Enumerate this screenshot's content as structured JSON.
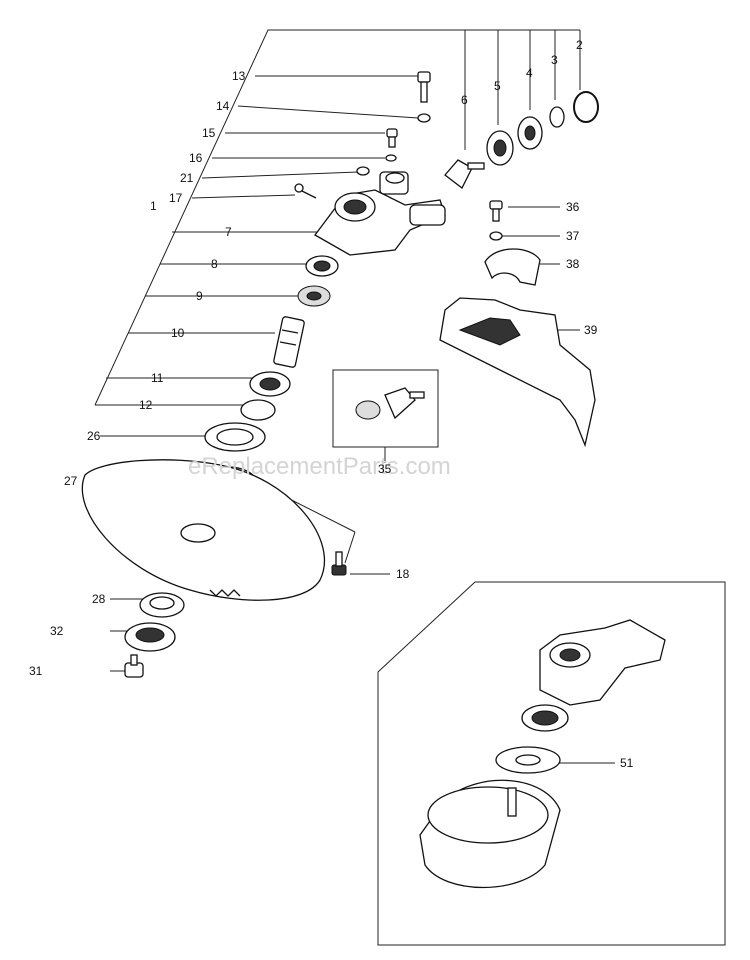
{
  "watermark": "eReplacementParts.com",
  "callouts": [
    "13",
    "14",
    "15",
    "16",
    "21",
    "17",
    "1",
    "7",
    "8",
    "9",
    "10",
    "11",
    "12",
    "26",
    "27",
    "18",
    "28",
    "32",
    "31",
    "6",
    "5",
    "4",
    "3",
    "2",
    "36",
    "37",
    "38",
    "39",
    "35",
    "51"
  ]
}
